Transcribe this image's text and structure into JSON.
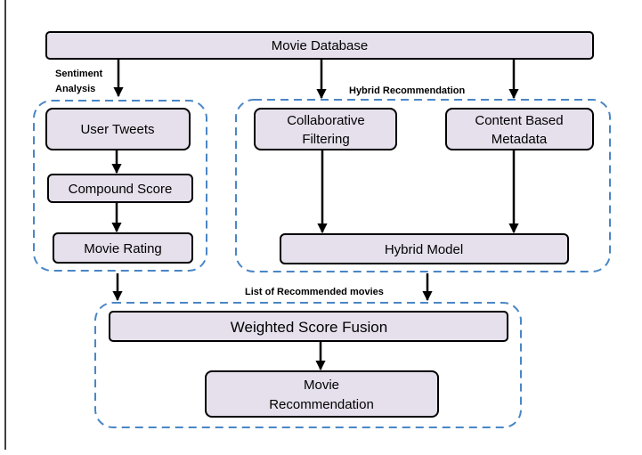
{
  "nodes": {
    "movie_database": "Movie Database",
    "user_tweets": "User Tweets",
    "compound_score": "Compound Score",
    "movie_rating": "Movie Rating",
    "collaborative_filtering": [
      "Collaborative",
      "Filtering"
    ],
    "content_based_metadata": [
      "Content Based",
      "Metadata"
    ],
    "hybrid_model": "Hybrid Model",
    "weighted_score_fusion": "Weighted Score Fusion",
    "movie_recommendation": [
      "Movie",
      "Recommendation"
    ]
  },
  "labels": {
    "sentiment_analysis": [
      "Sentiment",
      "Analysis"
    ],
    "hybrid_recommendation": "Hybrid Recommendation",
    "list_of_recommended": "List of Recommended movies"
  },
  "colors": {
    "box_fill": "#e6e0ec",
    "group_border": "#4a86c5"
  }
}
